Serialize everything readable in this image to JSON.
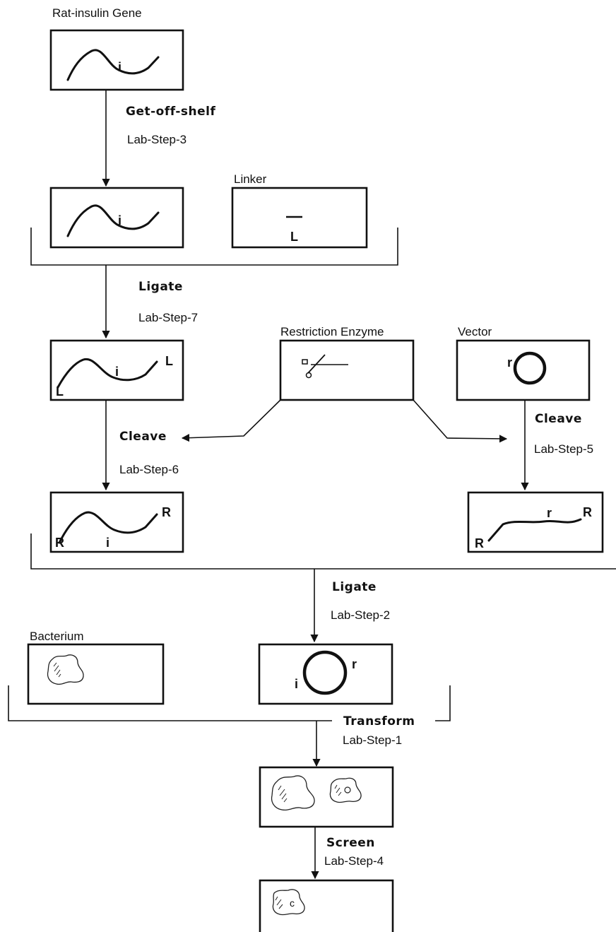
{
  "labels": {
    "rat_insulin_gene": "Rat-insulin Gene",
    "linker": "Linker",
    "restriction_enzyme": "Restriction Enzyme",
    "vector": "Vector",
    "bacterium": "Bacterium"
  },
  "operations": {
    "get_off_shelf": {
      "name": "Get-off-shelf",
      "step": "Lab-Step-3"
    },
    "ligate_1": {
      "name": "Ligate",
      "step": "Lab-Step-7"
    },
    "cleave_gene": {
      "name": "Cleave",
      "step": "Lab-Step-6"
    },
    "cleave_vector": {
      "name": "Cleave",
      "step": "Lab-Step-5"
    },
    "ligate_2": {
      "name": "Ligate",
      "step": "Lab-Step-2"
    },
    "transform": {
      "name": "Transform",
      "step": "Lab-Step-1"
    },
    "screen": {
      "name": "Screen",
      "step": "Lab-Step-4"
    }
  },
  "markers": {
    "insulin": "i",
    "linker": "L",
    "restriction_site": "r",
    "restriction_end": "R",
    "cell_label": "c"
  }
}
